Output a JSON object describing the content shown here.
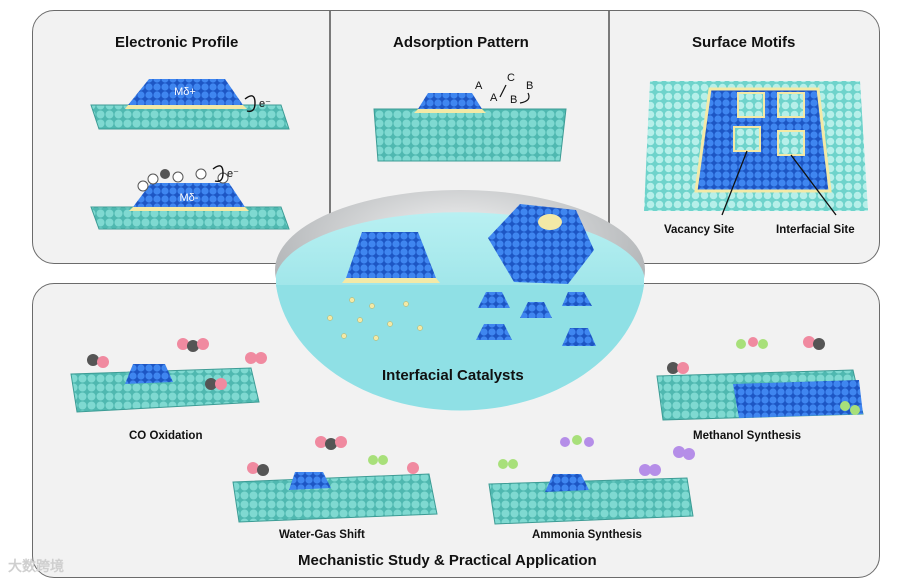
{
  "top_panels": {
    "electronic_profile": {
      "title": "Electronic Profile",
      "delta_plus": "Mδ+",
      "delta_minus": "Mδ-",
      "electron": "e⁻"
    },
    "adsorption_pattern": {
      "title": "Adsorption Pattern",
      "site_a1": "A",
      "site_a2": "A",
      "site_b1": "B",
      "site_b2": "B",
      "site_c": "C"
    },
    "surface_motifs": {
      "title": "Surface Motifs",
      "vacancy_label": "Vacancy Site",
      "interfacial_label": "Interfacial Site"
    }
  },
  "center": {
    "title": "Interfacial Catalysts"
  },
  "bottom_panel": {
    "title": "Mechanistic Study & Practical Application",
    "applications": {
      "co_oxidation": "CO Oxidation",
      "methanol_synthesis": "Methanol Synthesis",
      "water_gas_shift": "Water-Gas Shift",
      "ammonia_synthesis": "Ammonia Synthesis"
    }
  },
  "watermark": "大数跨境",
  "colors": {
    "support_teal": "#5fc9c1",
    "metal_blue": "#2e6fe0",
    "interface_yellow": "#f3e9a6",
    "oxygen_pink": "#f08aa0",
    "carbon_gray": "#555555",
    "hydrogen_green": "#a8e07a",
    "nitrogen_purple": "#b58ee8",
    "dome_cyan": "#9fe6ea"
  }
}
